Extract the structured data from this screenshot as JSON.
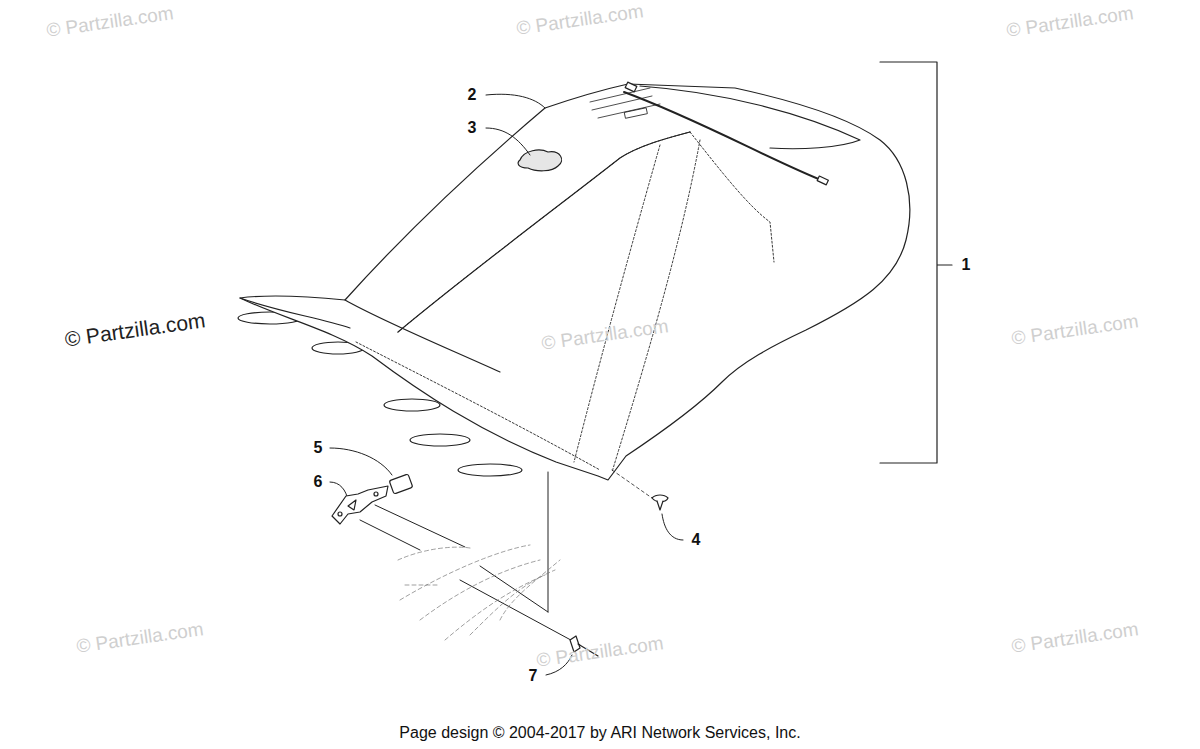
{
  "diagram": {
    "caption": "Page design © 2004-2017 by ARI Network Services, Inc.",
    "labels": [
      "1",
      "2",
      "3",
      "4",
      "5",
      "6",
      "7",
      "© Partzilla.com",
      "© Partzilla.com",
      "© Partzilla.com",
      "© Partzilla.com",
      "© Partzilla.com",
      "© Partzilla.com",
      "© Partzilla.com",
      "© Partzilla.com",
      "© Partzilla.com"
    ]
  }
}
